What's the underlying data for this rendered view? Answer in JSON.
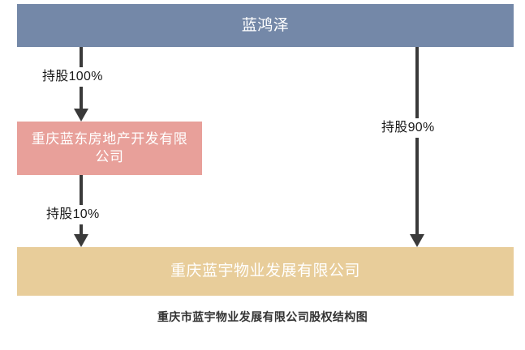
{
  "chart_data": {
    "type": "diagram",
    "diagram_kind": "ownership-structure-tree",
    "title": "重庆市蓝宇物业发展有限公司股权结构图",
    "nodes": [
      {
        "id": "owner",
        "label": "蓝鸿泽",
        "color": "#7488a8",
        "role": "ultimate-owner"
      },
      {
        "id": "sub",
        "label": "重庆蓝东房地产开发有限公司",
        "color": "#e8a09a",
        "role": "intermediate-holder"
      },
      {
        "id": "target",
        "label": "重庆蓝宇物业发展有限公司",
        "color": "#e8cd9a",
        "role": "target-company"
      }
    ],
    "edges": [
      {
        "from": "owner",
        "to": "sub",
        "label": "持股100%",
        "value": 100
      },
      {
        "from": "sub",
        "to": "target",
        "label": "持股10%",
        "value": 10
      },
      {
        "from": "owner",
        "to": "target",
        "label": "持股90%",
        "value": 90
      }
    ]
  },
  "boxes": {
    "owner": {
      "label": "蓝鸿泽"
    },
    "subsidiary": {
      "label": "重庆蓝东房地产开发有限公司"
    },
    "target": {
      "label": "重庆蓝宇物业发展有限公司"
    }
  },
  "labels": {
    "owner_to_sub": "持股100%",
    "sub_to_target": "持股10%",
    "owner_to_target": "持股90%"
  },
  "caption": {
    "text": "重庆市蓝宇物业发展有限公司股权结构图"
  },
  "colors": {
    "owner_box": "#7488a8",
    "subsidiary_box": "#e8a09a",
    "target_box": "#e8cd9a",
    "connector": "#3a3a3a",
    "caption_text": "#333333",
    "background": "#ffffff"
  }
}
